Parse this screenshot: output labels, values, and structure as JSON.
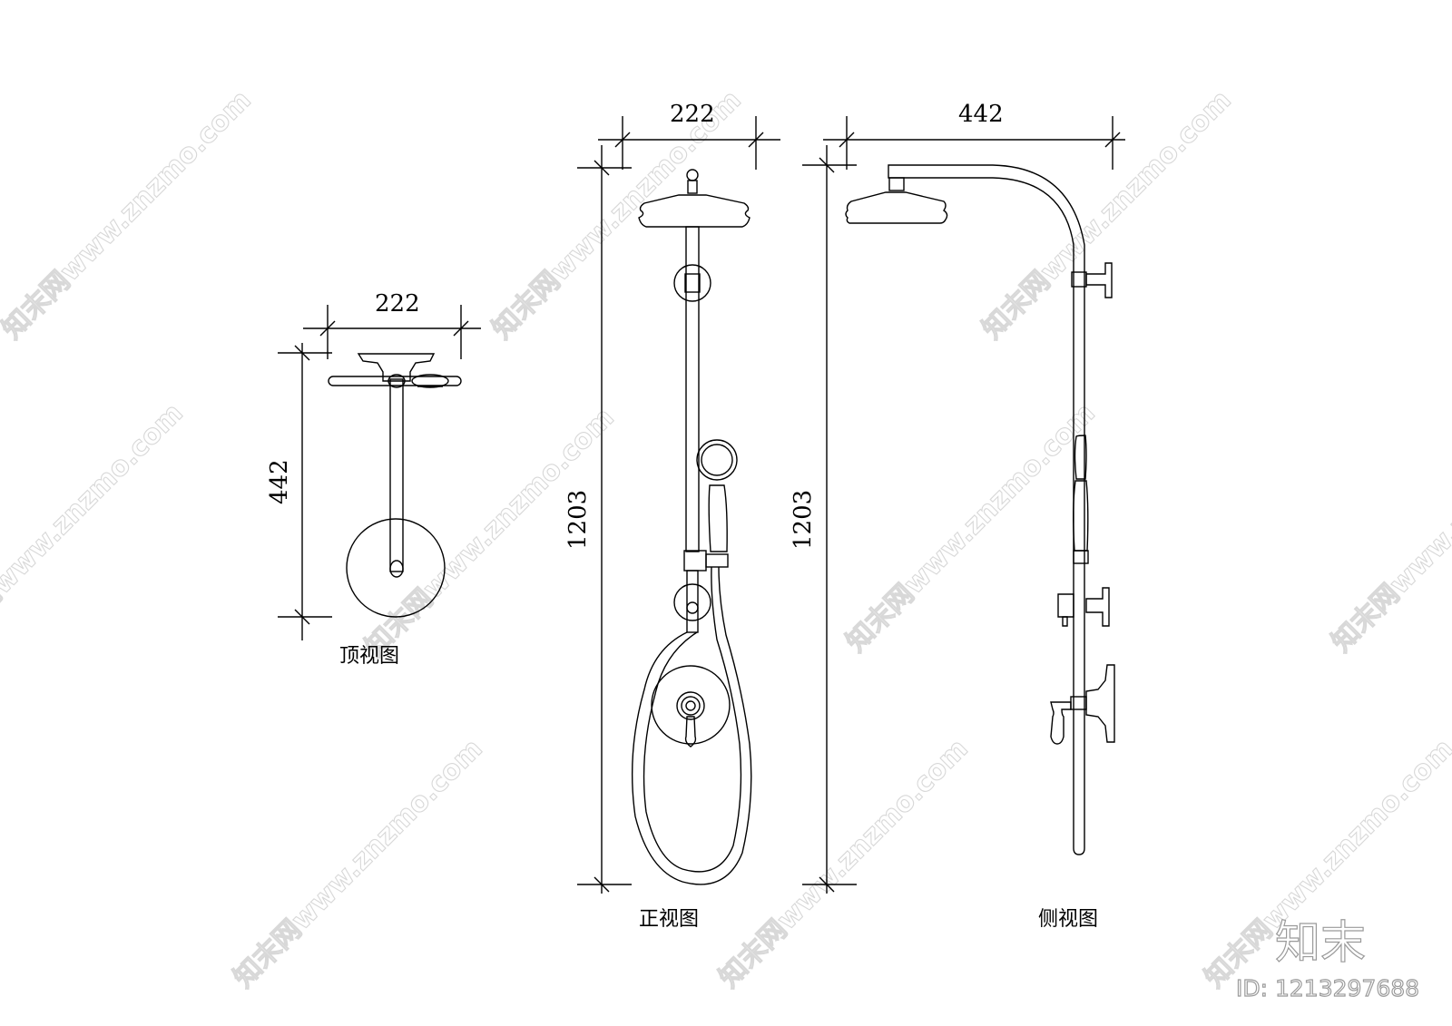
{
  "drawing": {
    "subject": "shower set technical drawing",
    "colors": {
      "line": "#000000",
      "background": "#ffffff",
      "watermark": "#d8d8d8",
      "brand": "#9a9a9a"
    }
  },
  "views": {
    "top": {
      "caption": "顶视图",
      "dim_width": "222",
      "dim_depth": "442"
    },
    "front": {
      "caption": "正视图",
      "dim_width": "222",
      "dim_height": "1203"
    },
    "side": {
      "caption": "侧视图",
      "dim_depth": "442",
      "dim_height": "1203"
    }
  },
  "watermark": {
    "text": "知末网www.znzmo.com"
  },
  "brand": {
    "logo": "知末",
    "id_label": "ID: 1213297688"
  }
}
